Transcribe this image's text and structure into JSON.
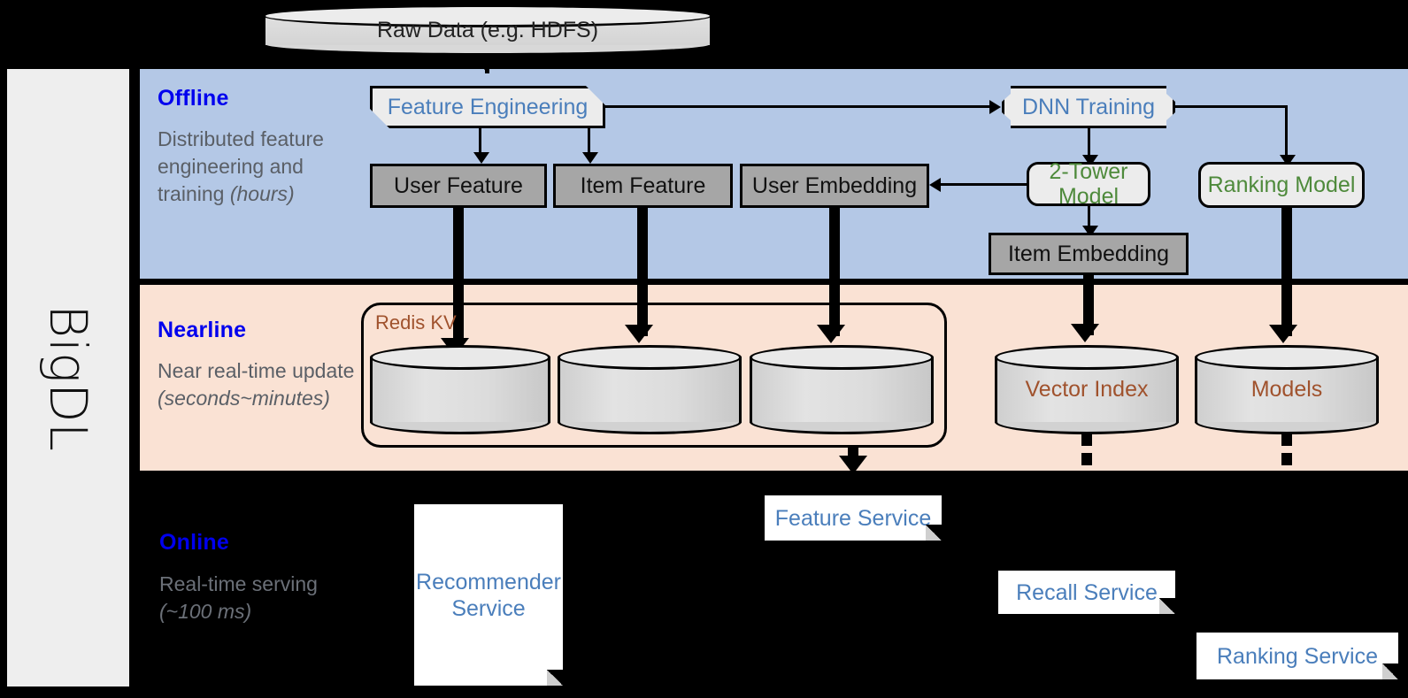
{
  "framework": {
    "name": "BigDL"
  },
  "layers": [
    {
      "id": "offline",
      "title": "Offline",
      "desc_plain": "Distributed feature engineering and training ",
      "desc_em": "(hours)"
    },
    {
      "id": "nearline",
      "title": "Nearline",
      "desc_plain": "Near real-time update ",
      "desc_em": "(seconds~minutes)"
    },
    {
      "id": "online",
      "title": "Online",
      "desc_plain": "Real-time serving ",
      "desc_em": "(~100 ms)"
    }
  ],
  "nodes": {
    "raw_data": "Raw Data (e.g. HDFS)",
    "feature_engineering": "Feature Engineering",
    "dnn_training": "DNN Training",
    "user_feature": "User Feature",
    "item_feature": "Item Feature",
    "user_embedding": "User Embedding",
    "two_tower_model": "2-Tower Model",
    "ranking_model": "Ranking Model",
    "item_embedding": "Item Embedding",
    "redis_kv": "Redis KV",
    "vector_index": "Vector Index",
    "models": "Models",
    "feature_service": "Feature Service",
    "recommender_service": "Recommender Service",
    "recall_service": "Recall Service",
    "ranking_service": "Ranking Service"
  },
  "colors": {
    "offline_band": "#b4c8e6",
    "nearline_band": "#fae2d4",
    "online_band": "#000000",
    "rail": "#eeeeee",
    "layer_title": "#0000ee",
    "layer_desc": "#5a5f66",
    "blue_text": "#4a7ebb",
    "green_text": "#4e8a3b",
    "brown_text": "#a0522d",
    "gray_box": "#a6a6a6",
    "light_box": "#ececec"
  }
}
